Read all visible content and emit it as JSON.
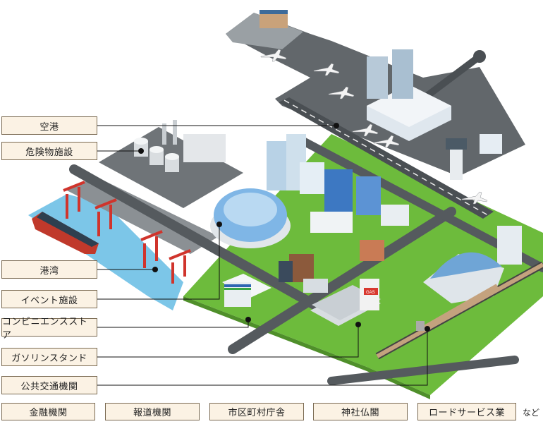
{
  "facility_labels": {
    "airport": "空港",
    "hazardous": "危険物施設",
    "harbor": "港湾",
    "event": "イベント施設",
    "convenience": "コンビニエンスストア",
    "gas_station": "ガソリンスタンド",
    "public_transport": "公共交通機関"
  },
  "bottom_labels": {
    "finance": "金融機関",
    "media": "報道機関",
    "municipal": "市区町村庁舎",
    "shrine_temple": "神社仏閣",
    "road_service": "ロードサービス業"
  },
  "etc_text": "など",
  "gas_sign": "GAS",
  "colors": {
    "ground": "#6dbb3c",
    "road": "#555a5e",
    "label_bg": "#fbf2e4",
    "label_border": "#7a6a52"
  }
}
